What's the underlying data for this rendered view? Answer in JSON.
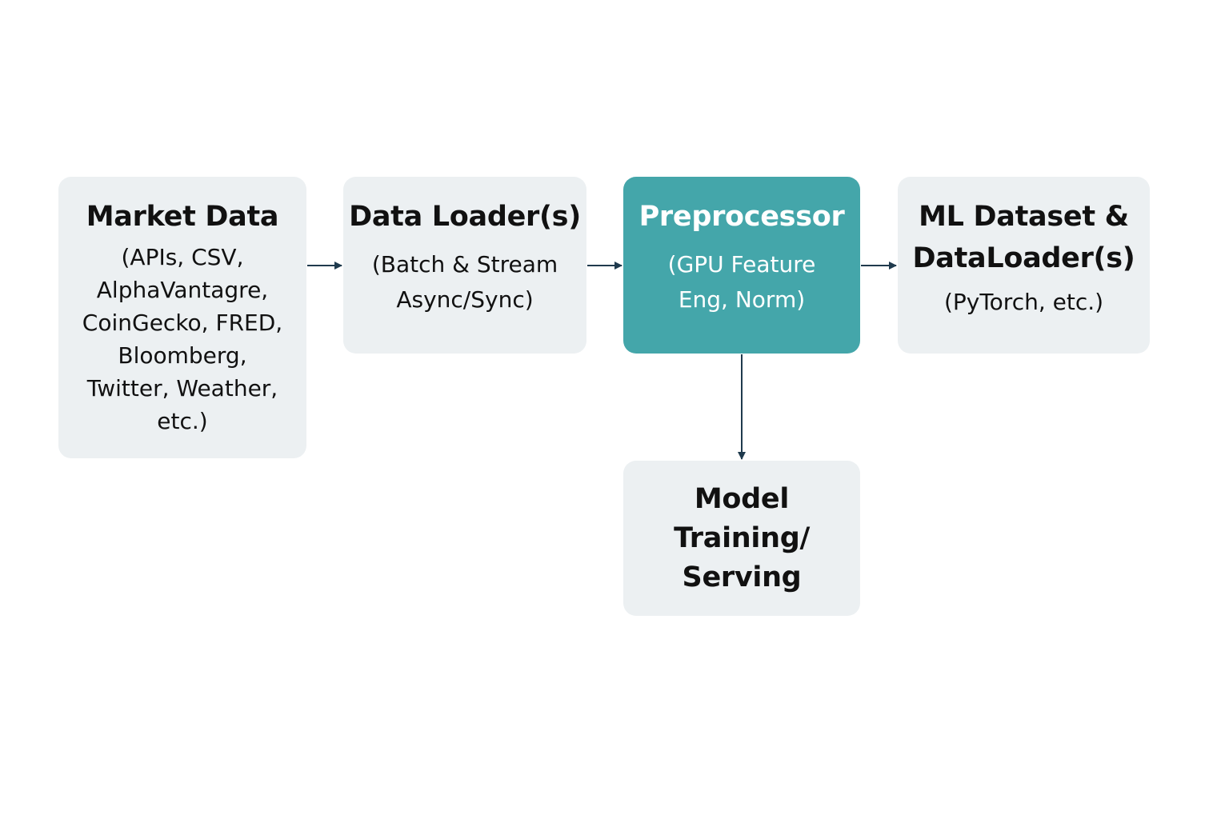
{
  "nodes": {
    "market_data": {
      "title": "Market Data",
      "subtitle": "(APIs, CSV,\nAlphaVantagre,\nCoinGecko, FRED,\nBloomberg,\nTwitter, Weather,\netc.)"
    },
    "data_loader": {
      "title": "Data Loader(s)",
      "subtitle": "(Batch & Stream\nAsync/Sync)"
    },
    "preprocessor": {
      "title": "Preprocessor",
      "subtitle": "(GPU Feature\nEng, Norm)"
    },
    "ml_dataset": {
      "title": "ML Dataset &\nDataLoader(s)",
      "subtitle": "(PyTorch, etc.)"
    },
    "model_training": {
      "title": "Model\nTraining/\nServing"
    }
  },
  "colors": {
    "node_fill": "#ecf0f2",
    "accent_fill": "#44a6aa",
    "arrow": "#1f3a4d",
    "text": "#111111"
  }
}
